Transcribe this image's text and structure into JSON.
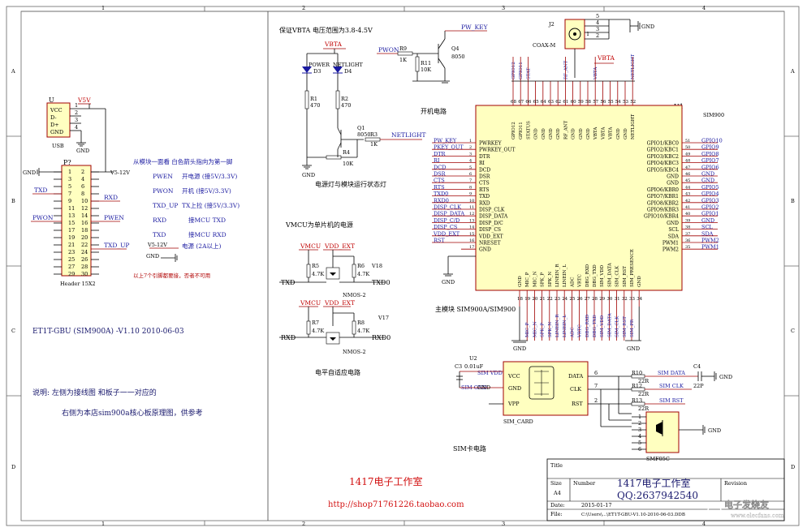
{
  "frame": {
    "cols": [
      "1",
      "2",
      "3",
      "4"
    ],
    "rows": [
      "A",
      "B",
      "C",
      "D"
    ]
  },
  "usb": {
    "ref": "U",
    "name": "USB",
    "pins": [
      "VCC",
      "D-",
      "D+",
      "GND"
    ],
    "nums": [
      "1",
      "2",
      "3",
      "4"
    ],
    "v5v": "V5V",
    "gnd": "GND"
  },
  "header": {
    "ref": "P?",
    "name": "Header 15X2",
    "left_nums": [
      "1",
      "3",
      "5",
      "7",
      "9",
      "11",
      "13",
      "15",
      "17",
      "19",
      "21",
      "23",
      "25",
      "27",
      "29"
    ],
    "right_nums": [
      "2",
      "4",
      "6",
      "8",
      "10",
      "12",
      "14",
      "16",
      "18",
      "20",
      "22",
      "24",
      "26",
      "28",
      "30"
    ],
    "gnd": "GND",
    "v5_12": "V5-12V",
    "txd": "TXD",
    "rxd": "RXD",
    "pwon": "PWON",
    "pwen": "PWEN",
    "txd_up": "TXD_UP"
  },
  "notes": {
    "title": "从模块一面看  白色箭头指向为第一脚",
    "rows": [
      {
        "sig": "PWEN",
        "desc": "开电源 (接5V/3.3V)"
      },
      {
        "sig": "PWON",
        "desc": "开机 (接5V/3.3V)"
      },
      {
        "sig": "TXD_UP",
        "desc": "TX上拉 (接5V/3.3V)"
      },
      {
        "sig": "RXD",
        "desc": "接MCU TXD"
      },
      {
        "sig": "TXD",
        "desc": "接MCU RXD"
      },
      {
        "sig": "V5-12V",
        "desc": "电源 (2A以上)"
      },
      {
        "sig": "GND",
        "desc": ""
      }
    ],
    "warning": "以上7个引脚都要接，否者不可用"
  },
  "version": "ET1T-GBU (SIM900A) -V1.10 2010-06-03",
  "desc1": "说明: 左侧为接线图 和板子一一对应的",
  "desc2": "右侧为本店sim900a核心板原理图，供参考",
  "power_led": {
    "note": "保证VBTA 电压范围为3.8-4.5V",
    "vbta": "VBTA",
    "power": "POWER",
    "d3": "D3",
    "netlight": "NETLIGHT",
    "d4": "D4",
    "r1": "R1",
    "r1v": "470",
    "r2": "R2",
    "r2v": "470",
    "q1": "Q1",
    "q1v": "8050",
    "r3": "R3",
    "r3v": "1K",
    "r4": "R4",
    "r4v": "10K",
    "net": "NETLIGHT",
    "gnd": "GND",
    "caption": "电源灯与模块运行状态灯"
  },
  "power_on": {
    "pwon": "PWON",
    "r9": "R9",
    "r9v": "1K",
    "r11": "R11",
    "r11v": "10K",
    "q4": "Q4",
    "q4v": "8050",
    "pwkey": "PW_KEY",
    "caption": "开机电路"
  },
  "level": {
    "note": "VMCU为单片机的电源",
    "vmcu": "VMCU",
    "vdd": "VDD_EXT",
    "r5": "R5",
    "r5v": "4.7K",
    "r6": "R6",
    "r6v": "4.7K",
    "v18": "V18",
    "txd": "TXD",
    "txd0": "TXD0",
    "nmos": "NMOS-2",
    "r7": "R7",
    "r7v": "4.7K",
    "r8": "R8",
    "r8v": "4.7K",
    "v17": "V17",
    "rxd": "RXD",
    "rxd0": "RXD0",
    "caption": "电平自适应电路"
  },
  "sim900": {
    "ref": "U1",
    "name": "SIM900",
    "caption": "主模块 SIM900A/SIM900",
    "top_nums": [
      "68",
      "67",
      "66",
      "65",
      "64",
      "63",
      "62",
      "61",
      "60",
      "59",
      "58",
      "57",
      "56",
      "55",
      "54",
      "53",
      "52"
    ],
    "top_pins": [
      "GPIO12",
      "GPIO11",
      "STATUS",
      "GND",
      "GND",
      "GND",
      "GND",
      "RF_ANT",
      "GND",
      "GND",
      "GND",
      "VBTA",
      "VBTA",
      "VBTA",
      "GND",
      "GND",
      "NETLIGHT"
    ],
    "top_nets": [
      "GPIO12",
      "GPIO11",
      "STAT",
      "",
      "",
      "",
      "",
      "RF_ANT",
      "",
      "",
      "",
      "VBTA",
      "",
      "",
      "",
      "",
      "NETLIGHT"
    ],
    "left_pins": [
      "PWRKEY",
      "PWRKEY_OUT",
      "DTR",
      "RI",
      "DCD",
      "DSR",
      "CTS",
      "RTS",
      "TXD",
      "RXD",
      "DISP_CLK",
      "DISP_DATA",
      "DISP_D/C",
      "DISP_CS",
      "VDD_EXT",
      "NRESET",
      "GND"
    ],
    "left_nums": [
      "1",
      "2",
      "3",
      "4",
      "5",
      "6",
      "7",
      "8",
      "9",
      "10",
      "11",
      "12",
      "13",
      "14",
      "15",
      "16",
      "17"
    ],
    "left_nets": [
      "PW_KEY",
      "PKEY_OUT",
      "DTR",
      "RI",
      "DCD",
      "DSR",
      "CTS",
      "RTS",
      "TXD0",
      "RXD0",
      "DISP_CLK",
      "DISP_DATA",
      "DISP_C/D",
      "DISP_CS",
      "VDD_EXT",
      "RST",
      ""
    ],
    "right_pins": [
      "GPIO1/KBC0",
      "GPIO2/KBC1",
      "GPIO3/KBC2",
      "GPIO4/KBC3",
      "GPIO5/KBC4",
      "GND",
      "GND",
      "GPIO6/KBR0",
      "GPIO7/KBR1",
      "GPIO8/KBR2",
      "GPIO9/KBR3",
      "GPIO10/KBR4",
      "GND",
      "SCL",
      "SDA",
      "PWM1",
      "PWM2"
    ],
    "right_nums": [
      "51",
      "50",
      "49",
      "48",
      "47",
      "46",
      "45",
      "44",
      "43",
      "42",
      "41",
      "40",
      "39",
      "38",
      "37",
      "36",
      "35"
    ],
    "right_nets": [
      "GPIO10",
      "GPIO9",
      "GPIO8",
      "GPIO7",
      "GPIO6",
      "GND",
      "GND",
      "GPIO5",
      "GPIO4",
      "GPIO3",
      "GPIO2",
      "GPIO1",
      "GND",
      "SCL",
      "SDA",
      "PWM2",
      "PWM1"
    ],
    "bottom_nums": [
      "18",
      "19",
      "20",
      "21",
      "22",
      "23",
      "24",
      "25",
      "26",
      "27",
      "28",
      "29",
      "30",
      "31",
      "32",
      "33",
      "34"
    ],
    "bottom_pins": [
      "GND",
      "MIC_P",
      "MIC_N",
      "SPK_P",
      "SPK_N",
      "LINEIN_R",
      "LINEIN_L",
      "ADC",
      "VRTC",
      "DBG_RXD",
      "DBG_TXD",
      "SIM_VDD",
      "SIM_DATA",
      "SIM_CLK",
      "SIM_RST",
      "SIM_PRESENCE",
      "GND"
    ],
    "bottom_nets": [
      "",
      "MIC_P",
      "MIC_N",
      "SPK_P",
      "SPK_N",
      "LINEIN_R",
      "LINEIN_L",
      "ADC",
      "VRTC",
      "DBG_RXD",
      "DBG_TXD",
      "SIM_VDD",
      "SIM_DATA",
      "SIM_CLK",
      "SIM_RST",
      "SIM_PR",
      ""
    ],
    "gnd": "GND"
  },
  "coax": {
    "ref": "J2",
    "name": "COAX-M",
    "nums": [
      "1",
      "2",
      "3",
      "4",
      "5"
    ],
    "gnd": "GND"
  },
  "simcard": {
    "ref": "U2",
    "name": "SIM_CARD",
    "pins_left": [
      "VCC",
      "GND",
      "VPP"
    ],
    "pins_right": [
      "DATA",
      "CLK",
      "RST"
    ],
    "nums_right": [
      "6",
      "7",
      "2"
    ],
    "c3": "C3",
    "c3v": "0.01uF",
    "sim_vdd": "SIM VDD",
    "sim_gnd": "SIM GND",
    "r10": "R10",
    "r10v": "22R",
    "r12": "R12",
    "r12v": "22R",
    "r13": "R13",
    "r13v": "22R",
    "net_data": "SIM DATA",
    "net_clk": "SIM CLK",
    "net_rst": "SIM RST",
    "c4": "C4",
    "c4v": "22P",
    "smf": "SMF05C",
    "smf_nums": [
      "1",
      "2",
      "3",
      "4",
      "5",
      "6"
    ],
    "gnd": "GND",
    "caption": "SIM卡电路"
  },
  "shop": {
    "name": "1417电子工作室",
    "url": "http://shop71761226.taobao.com"
  },
  "titleblock": {
    "title_label": "Title",
    "size_label": "Size",
    "size": "A4",
    "number_label": "Number",
    "number1": "1417电子工作室",
    "number2": "QQ:2637942540",
    "revision_label": "Revision",
    "date_label": "Date:",
    "date": "2015-01-17",
    "file_label": "File:",
    "file": "C:\\Users\\...\\ET1T-GBU-V1.10-2010-06-03.DDB"
  },
  "watermark": "电子发烧友",
  "watermark_url": "www.elecfans.com"
}
